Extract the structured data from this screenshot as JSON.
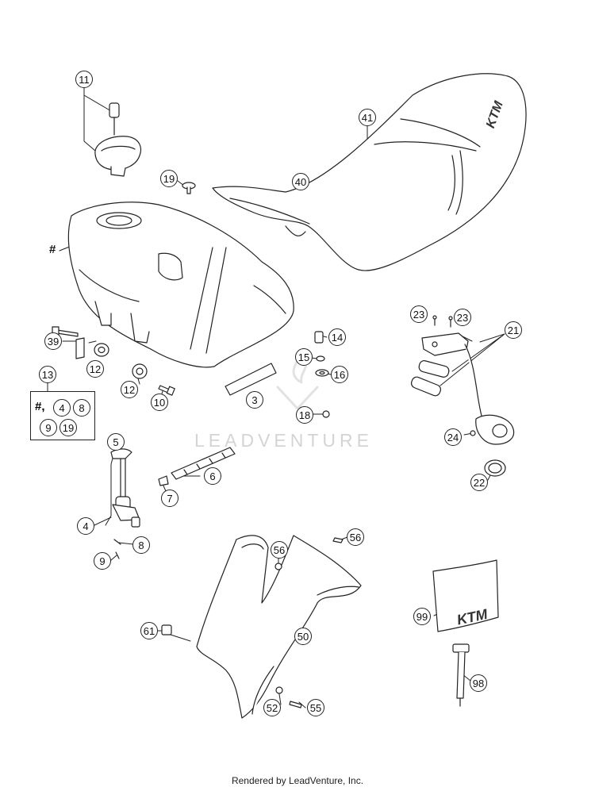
{
  "diagram": {
    "callouts": [
      {
        "id": "callout-11",
        "label": "11"
      },
      {
        "id": "callout-41",
        "label": "41"
      },
      {
        "id": "callout-19-top",
        "label": "19"
      },
      {
        "id": "callout-40",
        "label": "40"
      },
      {
        "id": "callout-39",
        "label": "39"
      },
      {
        "id": "callout-12-a",
        "label": "12"
      },
      {
        "id": "callout-12-b",
        "label": "12"
      },
      {
        "id": "callout-10",
        "label": "10"
      },
      {
        "id": "callout-13",
        "label": "13"
      },
      {
        "id": "callout-3",
        "label": "3"
      },
      {
        "id": "callout-14",
        "label": "14"
      },
      {
        "id": "callout-15",
        "label": "15"
      },
      {
        "id": "callout-16",
        "label": "16"
      },
      {
        "id": "callout-18",
        "label": "18"
      },
      {
        "id": "callout-23-a",
        "label": "23"
      },
      {
        "id": "callout-23-b",
        "label": "23"
      },
      {
        "id": "callout-21",
        "label": "21"
      },
      {
        "id": "callout-24",
        "label": "24"
      },
      {
        "id": "callout-22",
        "label": "22"
      },
      {
        "id": "callout-5",
        "label": "5"
      },
      {
        "id": "callout-6",
        "label": "6"
      },
      {
        "id": "callout-7",
        "label": "7"
      },
      {
        "id": "callout-4",
        "label": "4"
      },
      {
        "id": "callout-8",
        "label": "8"
      },
      {
        "id": "callout-9",
        "label": "9"
      },
      {
        "id": "callout-56-a",
        "label": "56"
      },
      {
        "id": "callout-56-b",
        "label": "56"
      },
      {
        "id": "callout-61",
        "label": "61"
      },
      {
        "id": "callout-50",
        "label": "50"
      },
      {
        "id": "callout-52",
        "label": "52"
      },
      {
        "id": "callout-55",
        "label": "55"
      },
      {
        "id": "callout-99",
        "label": "99"
      },
      {
        "id": "callout-98",
        "label": "98"
      }
    ],
    "tank_hash": "#",
    "set_box": {
      "hash": "#,",
      "items": [
        "4",
        "8",
        "9",
        "19"
      ]
    },
    "seat_brand": "KTM",
    "sticker_brand": "KTM",
    "watermark": "LEADVENTURE",
    "credit": "Rendered by LeadVenture, Inc."
  }
}
